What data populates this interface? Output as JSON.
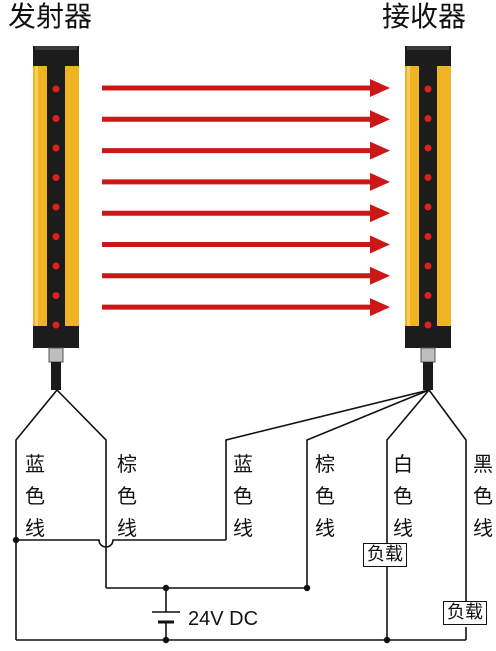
{
  "titles": {
    "transmitter": "发射器",
    "receiver": "接收器"
  },
  "wires": [
    {
      "id": "tx-blue",
      "label": "蓝色线"
    },
    {
      "id": "tx-brown",
      "label": "棕色线"
    },
    {
      "id": "rx-blue",
      "label": "蓝色线"
    },
    {
      "id": "rx-brown",
      "label": "棕色线"
    },
    {
      "id": "rx-white",
      "label": "白色线"
    },
    {
      "id": "rx-black",
      "label": "黑色线"
    }
  ],
  "loads": [
    "负载",
    "负载"
  ],
  "supply": {
    "label": "24V DC"
  },
  "beam_count": 8,
  "led_count": 9,
  "colors": {
    "housing": "#f0b323",
    "body": "#1c1c1c",
    "led": "#e0201b",
    "beam": "#cc1717",
    "wire": "#111111"
  }
}
